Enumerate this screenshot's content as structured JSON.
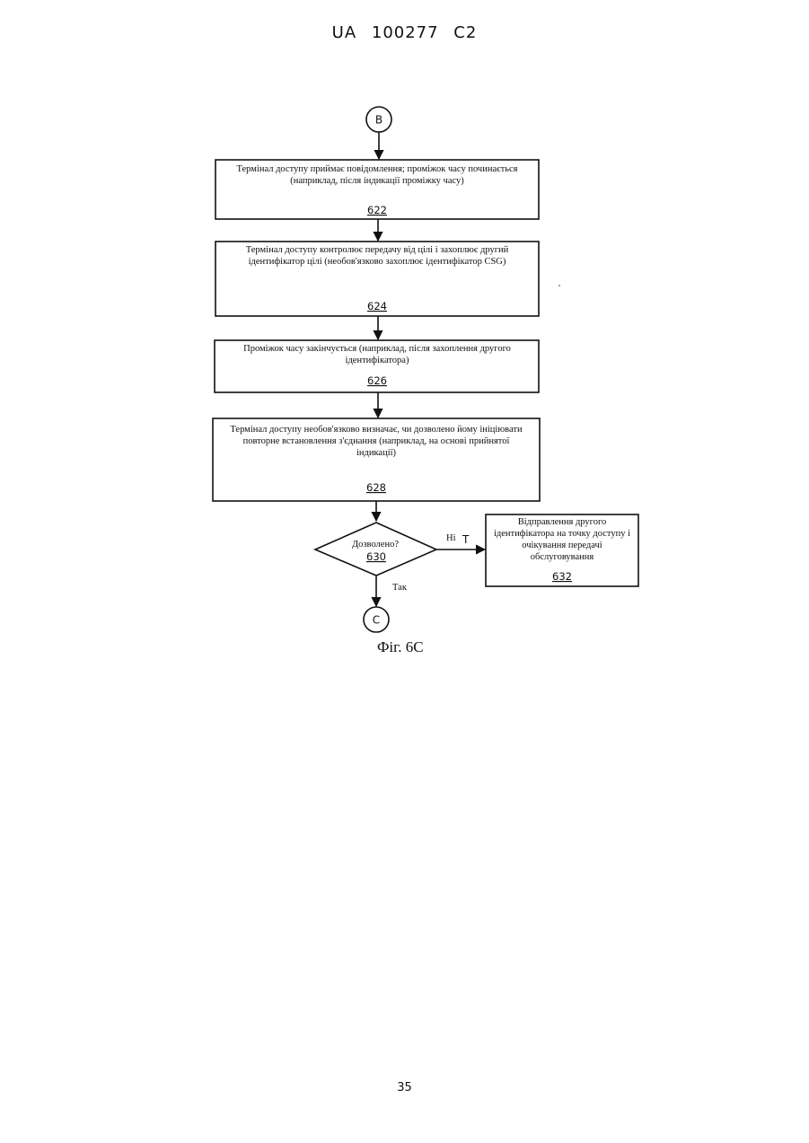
{
  "header": {
    "patent_id": "UA   100277   C2"
  },
  "page_number": "35",
  "figure_caption": "Фіг. 6C",
  "flowchart": {
    "start_connector": "B",
    "end_connector": "C",
    "steps": [
      {
        "id": "622",
        "lines": [
          "Термінал доступу приймає повідомлення; проміжок часу починається",
          "(наприклад, після індикації проміжку часу)"
        ]
      },
      {
        "id": "624",
        "lines": [
          "Термінал доступу контролює передачу від цілі і захоплює другий",
          "ідентифікатор цілі (необов'язково захоплює ідентифікатор CSG)"
        ]
      },
      {
        "id": "626",
        "lines": [
          "Проміжок часу закінчується (наприклад, після захоплення другого",
          "ідентифікатора)"
        ]
      },
      {
        "id": "628",
        "lines": [
          "Термінал доступу необов'язково визначає, чи дозволено йому ініціювати",
          "повторне встановлення з'єднання (наприклад, на основі прийнятої",
          "індикації)"
        ]
      }
    ],
    "decision": {
      "id": "630",
      "question": "Дозволено?",
      "no_label": "Ні",
      "no_mark": "T",
      "yes_label": "Так"
    },
    "side_step": {
      "id": "632",
      "lines": [
        "Відправлення другого",
        "ідентифікатора на точку доступу і",
        "очікування передачі",
        "обслуговування"
      ]
    }
  }
}
